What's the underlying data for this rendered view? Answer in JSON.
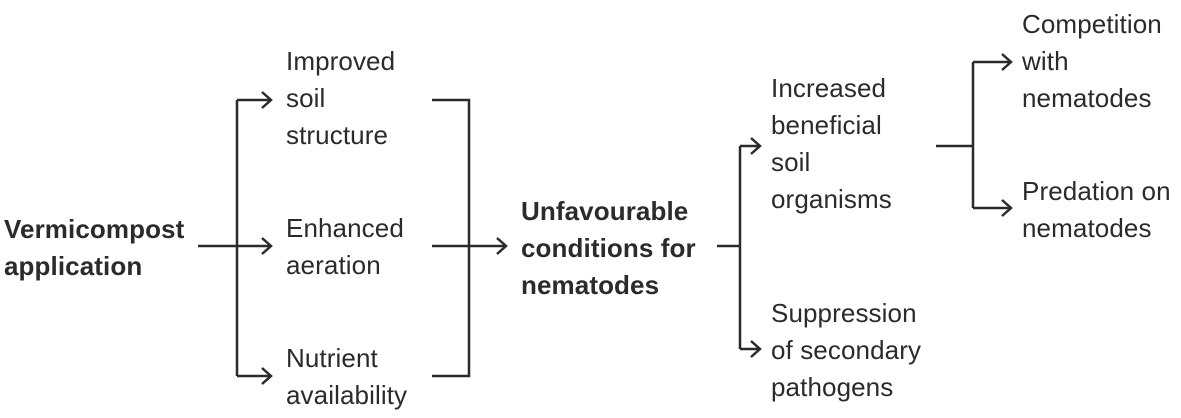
{
  "colors": {
    "text": "#2b2b2b",
    "line": "#2b2b2b",
    "background": "#ffffff"
  },
  "nodes": {
    "source": "Vermicompost\napplication",
    "soil_structure": "Improved\nsoil\nstructure",
    "aeration": "Enhanced\naeration",
    "nutrients": "Nutrient\navailability",
    "conditions": "Unfavourable\nconditions for\nnematodes",
    "beneficial": "Increased\nbeneficial\nsoil\norganisms",
    "suppression": "Suppression\nof secondary\npathogens",
    "competition": "Competition\nwith\nnematodes",
    "predation": "Predation on\nnematodes"
  }
}
